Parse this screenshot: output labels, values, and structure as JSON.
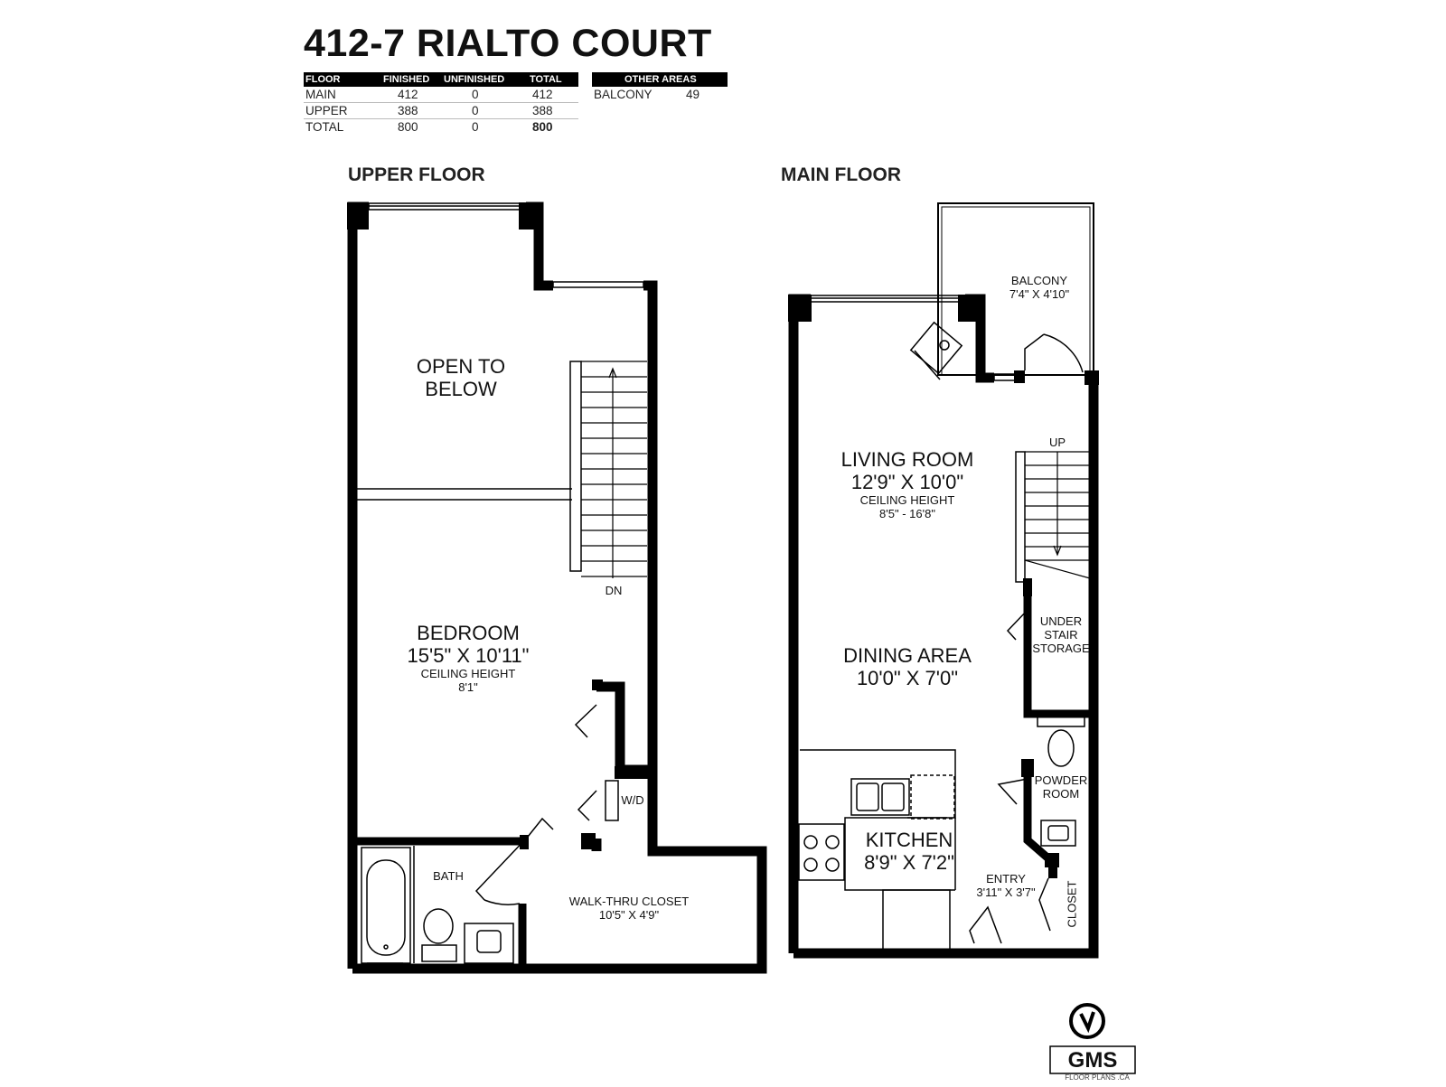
{
  "title": "412-7 RIALTO COURT",
  "area_table": {
    "headers": [
      "FLOOR",
      "FINISHED",
      "UNFINISHED",
      "TOTAL"
    ],
    "rows": [
      {
        "floor": "MAIN",
        "finished": "412",
        "unfinished": "0",
        "total": "412"
      },
      {
        "floor": "UPPER",
        "finished": "388",
        "unfinished": "0",
        "total": "388"
      },
      {
        "floor": "TOTAL",
        "finished": "800",
        "unfinished": "0",
        "total": "800"
      }
    ]
  },
  "other_areas": {
    "header": "OTHER AREAS",
    "rows": [
      {
        "name": "BALCONY",
        "value": "49"
      }
    ]
  },
  "upper_floor": {
    "title": "UPPER FLOOR",
    "open_to_below": [
      "OPEN TO",
      "BELOW"
    ],
    "bedroom": {
      "name": "BEDROOM",
      "dims": "15'5\" X 10'11\"",
      "ceiling_label": "CEILING HEIGHT",
      "ceiling": "8'1\""
    },
    "stair_label": "DN",
    "wd_label": "W/D",
    "bath": "BATH",
    "walk_thru": {
      "name": "WALK-THRU CLOSET",
      "dims": "10'5\" X 4'9\""
    }
  },
  "main_floor": {
    "title": "MAIN FLOOR",
    "balcony": {
      "name": "BALCONY",
      "dims": "7'4\" X 4'10\""
    },
    "living": {
      "name": "LIVING ROOM",
      "dims": "12'9\" X 10'0\"",
      "ceiling_label": "CEILING HEIGHT",
      "ceiling": "8'5\" - 16'8\""
    },
    "stair_label": "UP",
    "under_stair": [
      "UNDER",
      "STAIR",
      "STORAGE"
    ],
    "dining": {
      "name": "DINING AREA",
      "dims": "10'0\" X 7'0\""
    },
    "powder": [
      "POWDER",
      "ROOM"
    ],
    "kitchen": {
      "name": "KITCHEN",
      "dims": "8'9\" X 7'2\""
    },
    "entry": {
      "name": "ENTRY",
      "dims": "3'11\" X 3'7\""
    },
    "closet": "CLOSET"
  },
  "logo": {
    "text": "GMS",
    "subtext": "FLOOR PLANS .CA"
  }
}
